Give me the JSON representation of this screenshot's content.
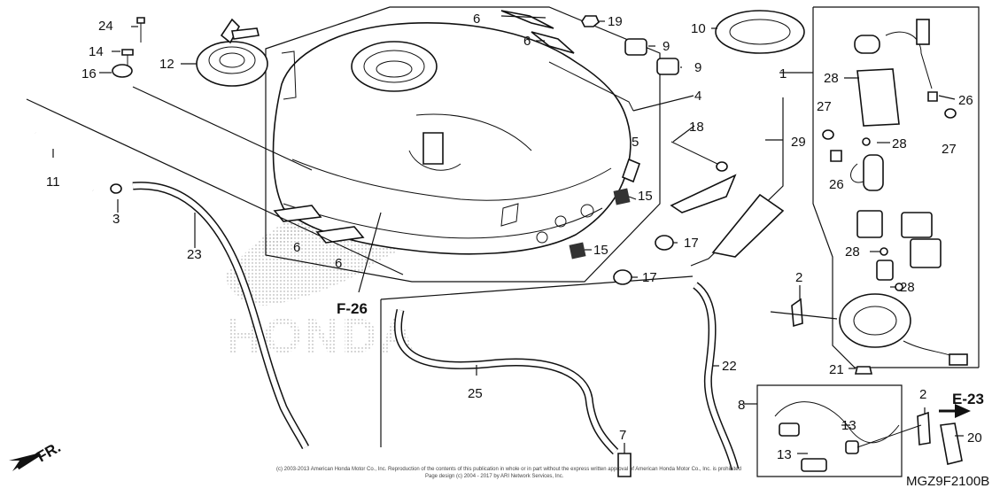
{
  "diagram": {
    "code": "MGZ9F2100B",
    "watermark": "HONDA",
    "refs": {
      "f26": "F-26",
      "e23": "E-23",
      "fr": "FR."
    },
    "copyright_line1": "(c) 2003-2013 American Honda Motor Co., Inc. Reproduction of the contents of this publication in whole or in part without the express written approval of American Honda Motor Co., Inc. is prohibited",
    "copyright_line2": "Page design (c) 2004 - 2017 by ARI Network Services, Inc.",
    "callouts": [
      {
        "id": "c1",
        "text": "1"
      },
      {
        "id": "c2a",
        "text": "2"
      },
      {
        "id": "c2b",
        "text": "2"
      },
      {
        "id": "c3",
        "text": "3"
      },
      {
        "id": "c4",
        "text": "4"
      },
      {
        "id": "c5",
        "text": "5"
      },
      {
        "id": "c6a",
        "text": "6"
      },
      {
        "id": "c6b",
        "text": "6"
      },
      {
        "id": "c6c",
        "text": "6"
      },
      {
        "id": "c6d",
        "text": "6"
      },
      {
        "id": "c7",
        "text": "7"
      },
      {
        "id": "c8",
        "text": "8"
      },
      {
        "id": "c9a",
        "text": "9"
      },
      {
        "id": "c9b",
        "text": "9"
      },
      {
        "id": "c10",
        "text": "10"
      },
      {
        "id": "c11",
        "text": "11"
      },
      {
        "id": "c12",
        "text": "12"
      },
      {
        "id": "c13a",
        "text": "13"
      },
      {
        "id": "c13b",
        "text": "13"
      },
      {
        "id": "c14",
        "text": "14"
      },
      {
        "id": "c15a",
        "text": "15"
      },
      {
        "id": "c15b",
        "text": "15"
      },
      {
        "id": "c16",
        "text": "16"
      },
      {
        "id": "c17a",
        "text": "17"
      },
      {
        "id": "c17b",
        "text": "17"
      },
      {
        "id": "c18",
        "text": "18"
      },
      {
        "id": "c19",
        "text": "19"
      },
      {
        "id": "c20",
        "text": "20"
      },
      {
        "id": "c21",
        "text": "21"
      },
      {
        "id": "c22",
        "text": "22"
      },
      {
        "id": "c23",
        "text": "23"
      },
      {
        "id": "c24",
        "text": "24"
      },
      {
        "id": "c25",
        "text": "25"
      },
      {
        "id": "c26a",
        "text": "26"
      },
      {
        "id": "c26b",
        "text": "26"
      },
      {
        "id": "c27a",
        "text": "27"
      },
      {
        "id": "c27b",
        "text": "27"
      },
      {
        "id": "c28a",
        "text": "28"
      },
      {
        "id": "c28b",
        "text": "28"
      },
      {
        "id": "c28c",
        "text": "28"
      },
      {
        "id": "c28d",
        "text": "28"
      },
      {
        "id": "c29",
        "text": "29"
      }
    ]
  }
}
